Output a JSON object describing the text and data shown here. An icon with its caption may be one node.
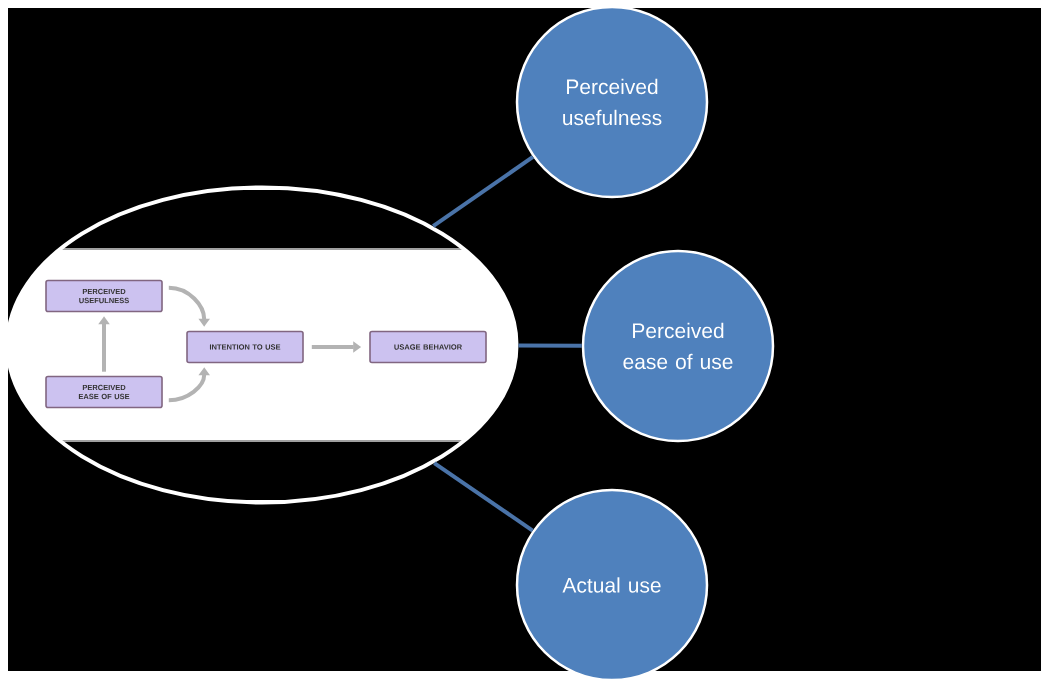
{
  "diagram": {
    "nodes": [
      {
        "text": [],
        "shape": "ellipse"
      },
      {
        "text": [
          "PERCEIVED USEFULNESS"
        ],
        "in": 0
      },
      {
        "text": [
          "INTENTION TO USE"
        ],
        "in": 0
      },
      {
        "text": [
          "USAGE BEHAVIOR"
        ],
        "in": 0
      },
      {
        "text": [
          "PERCEIVED EASE OF USE"
        ],
        "in": 0
      },
      {
        "text": [
          "Perceived usefulness"
        ]
      },
      {
        "text": [
          "Perceived ease of use"
        ]
      },
      {
        "text": [
          "Actual use"
        ]
      }
    ],
    "edges": [
      {
        "from": 4,
        "to": 1,
        "arrow": "to",
        "color": "#b3b3b3"
      },
      {
        "from": 1,
        "to": 2,
        "arrow": "to",
        "color": "#b3b3b3"
      },
      {
        "from": 4,
        "to": 2,
        "arrow": "to",
        "color": "#b3b3b3"
      },
      {
        "from": 2,
        "to": 3,
        "arrow": "to",
        "color": "#b3b3b3"
      },
      {
        "from": 0,
        "to": 5,
        "arrow": "none",
        "color": "#4a73a8"
      },
      {
        "from": 0,
        "to": 6,
        "arrow": "none",
        "color": "#4a73a8"
      },
      {
        "from": 0,
        "to": 7,
        "arrow": "none",
        "color": "#4a73a8"
      }
    ]
  }
}
